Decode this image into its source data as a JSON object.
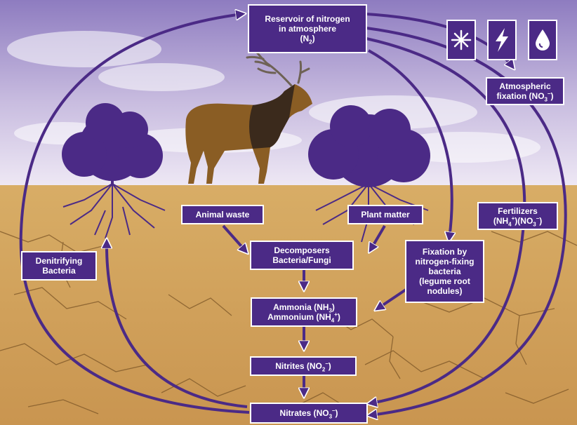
{
  "labels": {
    "reservoir": {
      "line1": "Reservoir of nitrogen",
      "line2": "in atmosphere",
      "formula": "N",
      "formula_sub": "2"
    },
    "atmospheric_fixation": {
      "line1": "Atmospheric",
      "line2": "fixation",
      "formula": "NO",
      "formula_sub": "3",
      "formula_sup": "–"
    },
    "fertilizers": {
      "line1": "Fertilizers",
      "f1": "NH",
      "f1_sub": "4",
      "f1_sup": "+",
      "f2": "NO",
      "f2_sub": "3",
      "f2_sup": "–"
    },
    "animal_waste": "Animal waste",
    "plant_matter": "Plant matter",
    "decomposers": {
      "line1": "Decomposers",
      "line2": "Bacteria/Fungi"
    },
    "fixation_bacteria": {
      "line1": "Fixation by",
      "line2": "nitrogen-fixing",
      "line3": "bacteria",
      "line4": "(legume root",
      "line5": "nodules)"
    },
    "denitrifying": {
      "line1": "Denitrifying",
      "line2": "Bacteria"
    },
    "ammonia": {
      "line1": "Ammonia",
      "l1f": "NH",
      "l1f_sub": "3",
      "line2": "Ammonium",
      "l2f": "NH",
      "l2f_sub": "4",
      "l2f_sup": "+"
    },
    "nitrites": {
      "name": "Nitrites",
      "f": "NO",
      "f_sub": "2",
      "f_sup": "–"
    },
    "nitrates": {
      "name": "Nitrates",
      "f": "NO",
      "f_sub": "3",
      "f_sup": "–"
    }
  },
  "icons": [
    "snowflake-icon",
    "lightning-icon",
    "water-drop-icon"
  ],
  "colors": {
    "box": "#4b2a86",
    "arrow": "#4b2a86",
    "sky": "#b7a7d6",
    "soil": "#cfa35e",
    "shrub": "#4b2a86"
  }
}
